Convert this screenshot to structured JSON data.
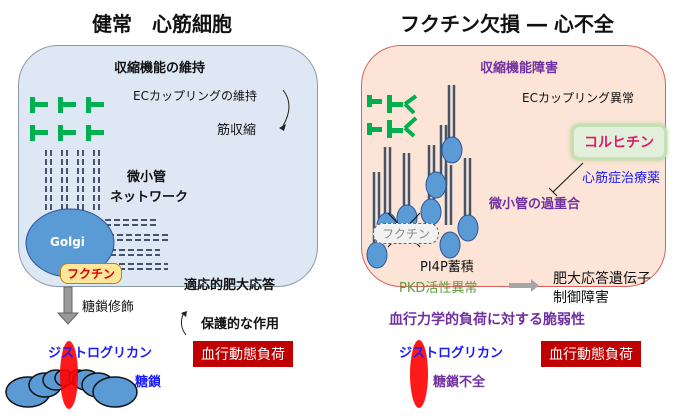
{
  "left": {
    "title": "健常　心筋細胞",
    "contraction": "収縮機能の維持",
    "ec_coupling": "ECカップリングの維持",
    "muscle_contraction": "筋収縮",
    "microtubule_line1": "微小管",
    "microtubule_line2": "ネットワーク",
    "golgi": "Golgi",
    "fukutin": "フクチン",
    "glyco_mod": "糖鎖修飾",
    "adaptive": "適応的肥大応答",
    "protective": "保護的な作用",
    "hemo_load": "血行動態負荷",
    "dystroglycan": "ジストログリカン",
    "sugar_chain": "糖鎖"
  },
  "right": {
    "title": "フクチン欠損 ― 心不全",
    "contraction": "収縮機能障害",
    "ec_coupling": "ECカップリング異常",
    "colchicine": "コルヒチン",
    "drug_label": "心筋症治療薬",
    "overpolymerization": "微小管の過重合",
    "fukutin_lost": "フクチン",
    "pi4p": "PI4P蓄積",
    "pkd": "PKD活性異常",
    "gene_line1": "肥大応答遺伝子",
    "gene_line2": "制御障害",
    "vulnerability": "血行力学的負荷に対する脆弱性",
    "hemo_load": "血行動態負荷",
    "dystroglycan": "ジストログリカン",
    "sugar_defect": "糖鎖不全"
  },
  "colors": {
    "healthy_panel": "#dde8f4",
    "failure_panel": "#fce4d6",
    "load_red": "#c00000",
    "purple_text": "#7030a0",
    "blue_text": "#1a1aff",
    "sarcomere_green": "#00b050",
    "organelle_blue": "#5b9bd5",
    "dystroglycan_red": "#ff0000"
  }
}
